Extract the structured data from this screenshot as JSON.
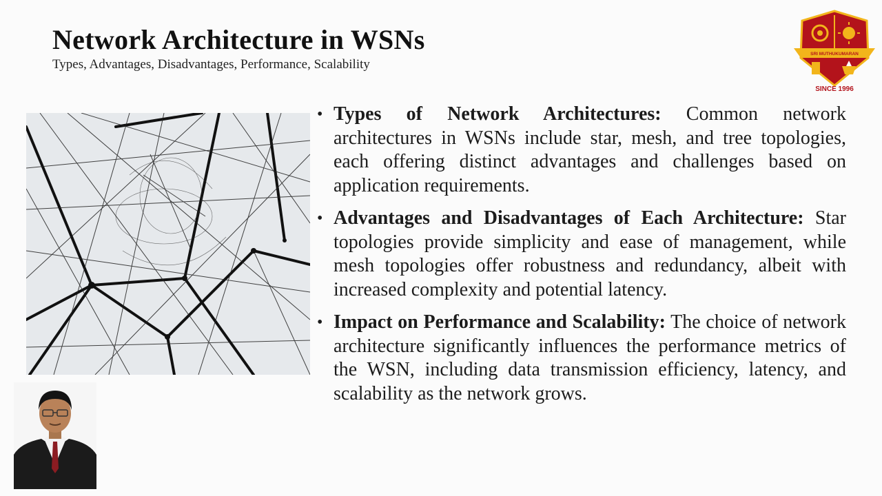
{
  "slide": {
    "title": "Network Architecture in WSNs",
    "subtitle": "Types, Advantages, Disadvantages, Performance, Scalability"
  },
  "logo": {
    "name_line": "SRI MUTHUKUMARAN",
    "since": "SINCE 1996",
    "colors": {
      "shield": "#b3131b",
      "gold": "#f2b51b",
      "white": "#ffffff"
    }
  },
  "bullets": [
    {
      "heading": "Types of Network Architectures:",
      "text": " Common network architectures in WSNs include star, mesh, and tree topologies, each offering distinct advantages and challenges based on application requirements."
    },
    {
      "heading": "Advantages and Disadvantages of Each Architecture:",
      "text": " Star topologies provide simplicity and ease of management, while mesh topologies offer robustness and redundancy, albeit with increased complexity and potential latency."
    },
    {
      "heading": "Impact on Performance and Scalability:",
      "text": " The choice of network architecture significantly influences the performance metrics of the WSN, including data transmission efficiency, latency, and scalability as the network grows."
    }
  ],
  "bullet_symbol": "•"
}
